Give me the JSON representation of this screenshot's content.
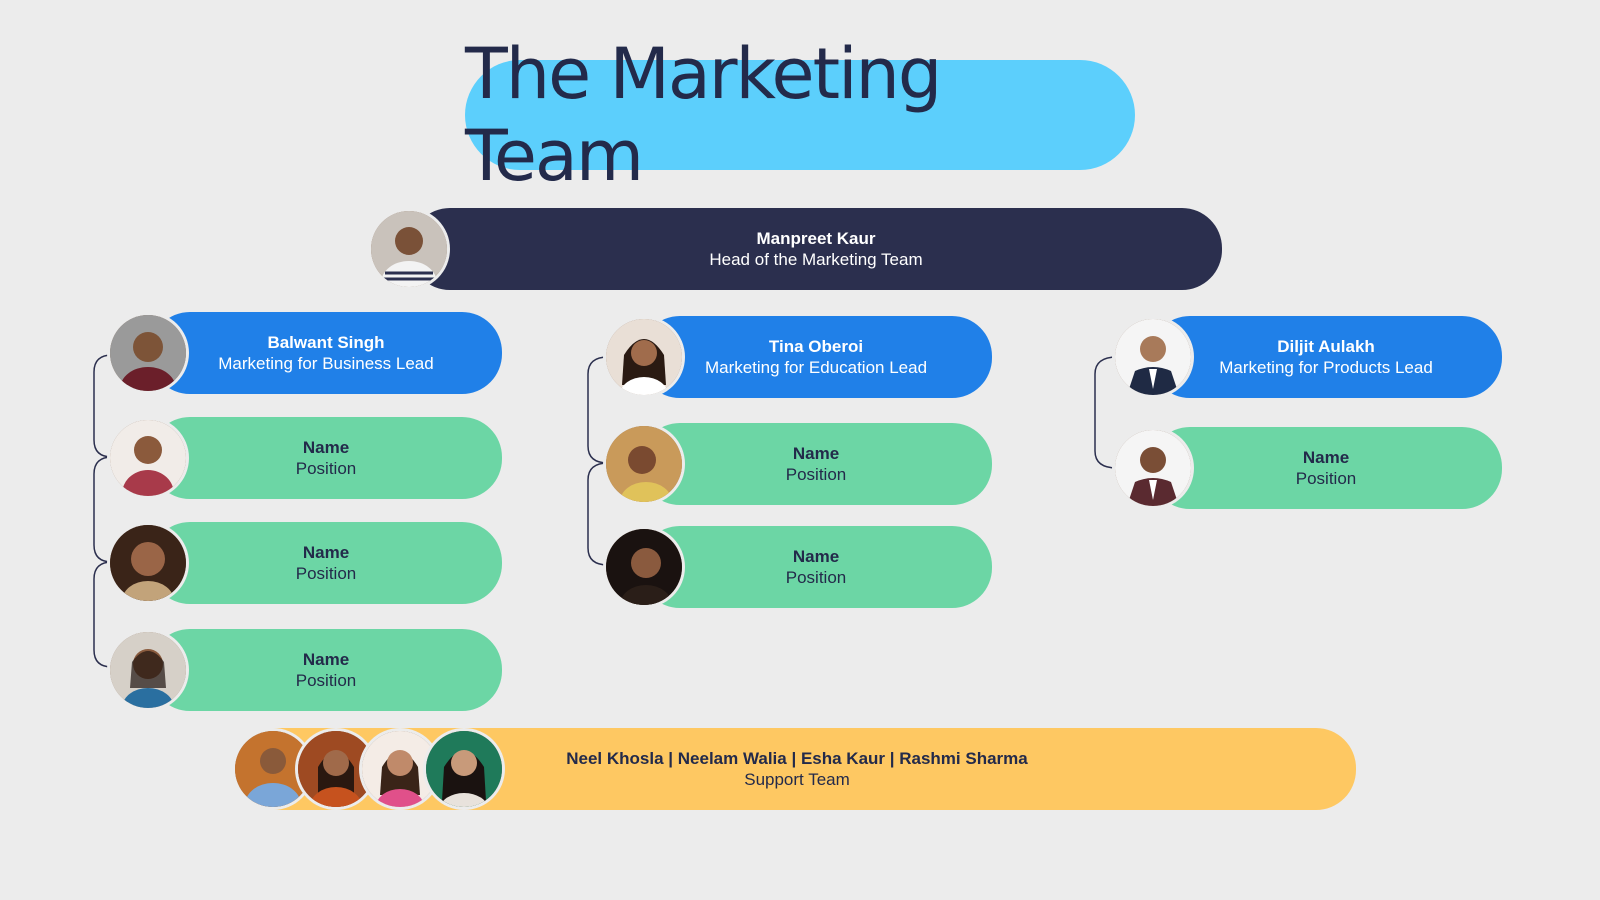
{
  "title": "The Marketing Team",
  "head": {
    "name": "Manpreet Kaur",
    "position": "Head of the Marketing Team"
  },
  "leads": [
    {
      "name": "Balwant Singh",
      "position": "Marketing for Business Lead",
      "members": [
        {
          "name": "Name",
          "position": "Position"
        },
        {
          "name": "Name",
          "position": "Position"
        },
        {
          "name": "Name",
          "position": "Position"
        }
      ]
    },
    {
      "name": "Tina Oberoi",
      "position": "Marketing for Education Lead",
      "members": [
        {
          "name": "Name",
          "position": "Position"
        },
        {
          "name": "Name",
          "position": "Position"
        }
      ]
    },
    {
      "name": "Diljit Aulakh",
      "position": "Marketing for Products Lead",
      "members": [
        {
          "name": "Name",
          "position": "Position"
        }
      ]
    }
  ],
  "support": {
    "names": "Neel Khosla | Neelam Walia | Esha Kaur | Rashmi Sharma",
    "position": "Support Team"
  },
  "colors": {
    "title_bg": "#5ccffc",
    "head_bg": "#2b2f4e",
    "lead_bg": "#2080e8",
    "member_bg": "#6cd6a5",
    "support_bg": "#fec862",
    "text_dark": "#232a4a"
  }
}
